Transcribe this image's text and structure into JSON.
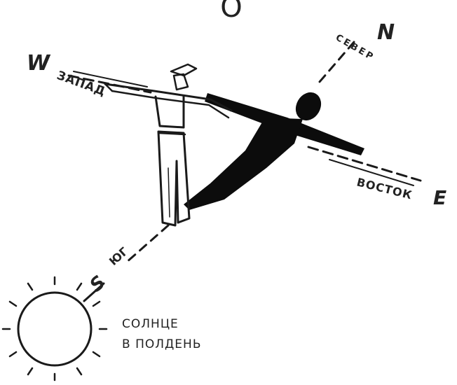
{
  "top_mark": "O",
  "compass": {
    "north_letter": "N",
    "north_word": "СЕВЕР",
    "west_letter": "W",
    "west_word": "ЗАПАД",
    "east_letter": "E",
    "east_word": "ВОСТОК",
    "south_letter": "S",
    "south_word": "ЮГ"
  },
  "sun_caption": {
    "line1": "СОЛНЦЕ",
    "line2": "В ПОЛДЕНЬ"
  },
  "colors": {
    "ink": "#1a1a1a",
    "shadow": "#0c0c0c",
    "background": "#ffffff"
  }
}
